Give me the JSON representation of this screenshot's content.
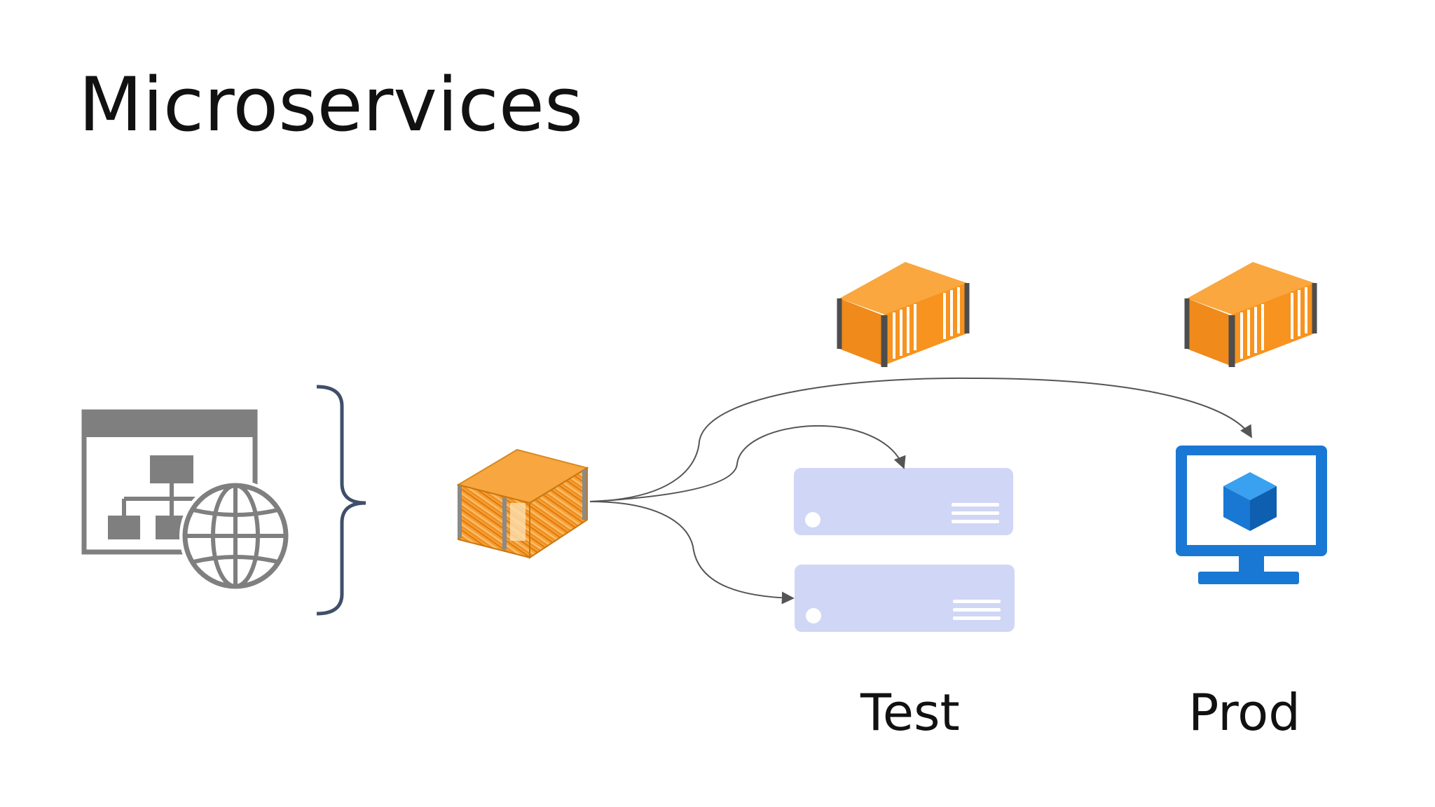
{
  "slide": {
    "title": "Microservices"
  },
  "environments": {
    "test_label": "Test",
    "prod_label": "Prod"
  },
  "colors": {
    "container_orange": "#f7931e",
    "container_dark": "#4d4d4d",
    "server_fill": "#d0d6f5",
    "monitor_blue": "#1978d4",
    "app_gray": "#7f7f7f",
    "bracket": "#3f4f6b",
    "arrow": "#555555"
  },
  "icons": {
    "app_diagram": "web-app-architecture-icon",
    "globe": "globe-icon",
    "sketch_container": "sketch-container-icon",
    "test_container": "container-icon",
    "prod_container": "container-icon",
    "servers": "server-icon",
    "vm": "virtual-machine-monitor-icon"
  }
}
